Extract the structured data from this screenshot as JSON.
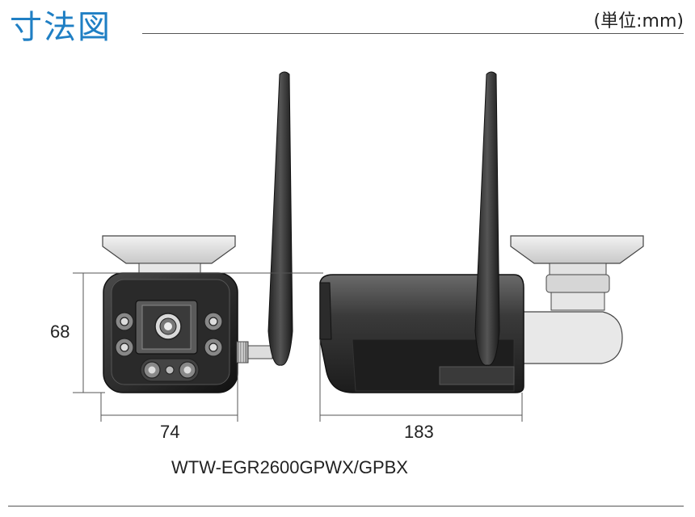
{
  "header": {
    "title": "寸法図",
    "unit": "(単位:mm)"
  },
  "dimensions": {
    "height": "68",
    "front_width": "74",
    "side_length": "183"
  },
  "model": "WTW-EGR2600GPWX/GPBX",
  "colors": {
    "title": "#1f7fc4",
    "line": "#555555"
  }
}
